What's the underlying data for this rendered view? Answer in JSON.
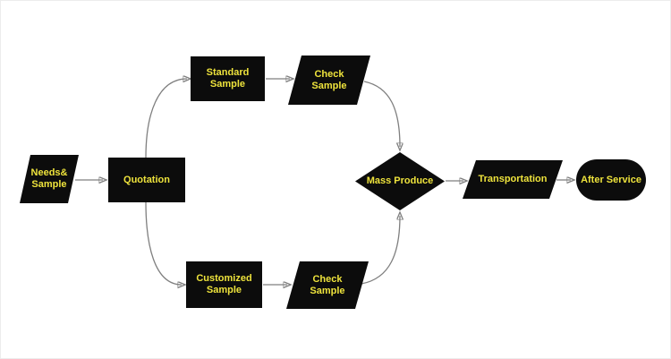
{
  "diagram": {
    "name": "Production process flowchart",
    "colors": {
      "shape_fill": "#0c0c0c",
      "label_text": "#eee33c",
      "connector_line": "#7f7f7f",
      "arrowhead": "#111111",
      "background": "#ffffff"
    },
    "nodes": [
      {
        "id": "needs-sample",
        "shape": "parallelogram",
        "lines": [
          "Needs&",
          "Sample"
        ]
      },
      {
        "id": "quotation",
        "shape": "rectangle",
        "lines": [
          "Quotation"
        ]
      },
      {
        "id": "standard-sample",
        "shape": "rectangle",
        "lines": [
          "Standard",
          "Sample"
        ]
      },
      {
        "id": "check-sample-top",
        "shape": "parallelogram",
        "lines": [
          "Check",
          "Sample"
        ]
      },
      {
        "id": "customized-sample",
        "shape": "rectangle",
        "lines": [
          "Customized",
          "Sample"
        ]
      },
      {
        "id": "check-sample-bottom",
        "shape": "parallelogram",
        "lines": [
          "Check",
          "Sample"
        ]
      },
      {
        "id": "mass-produce",
        "shape": "diamond",
        "lines": [
          "Mass Produce"
        ]
      },
      {
        "id": "transportation",
        "shape": "parallelogram",
        "lines": [
          "Transportation"
        ]
      },
      {
        "id": "after-service",
        "shape": "stadium",
        "lines": [
          "After Service"
        ]
      }
    ],
    "edges": [
      {
        "from": "needs-sample",
        "to": "quotation"
      },
      {
        "from": "quotation",
        "to": "standard-sample"
      },
      {
        "from": "quotation",
        "to": "customized-sample"
      },
      {
        "from": "standard-sample",
        "to": "check-sample-top"
      },
      {
        "from": "customized-sample",
        "to": "check-sample-bottom"
      },
      {
        "from": "check-sample-top",
        "to": "mass-produce"
      },
      {
        "from": "check-sample-bottom",
        "to": "mass-produce"
      },
      {
        "from": "mass-produce",
        "to": "transportation"
      },
      {
        "from": "transportation",
        "to": "after-service"
      }
    ]
  }
}
